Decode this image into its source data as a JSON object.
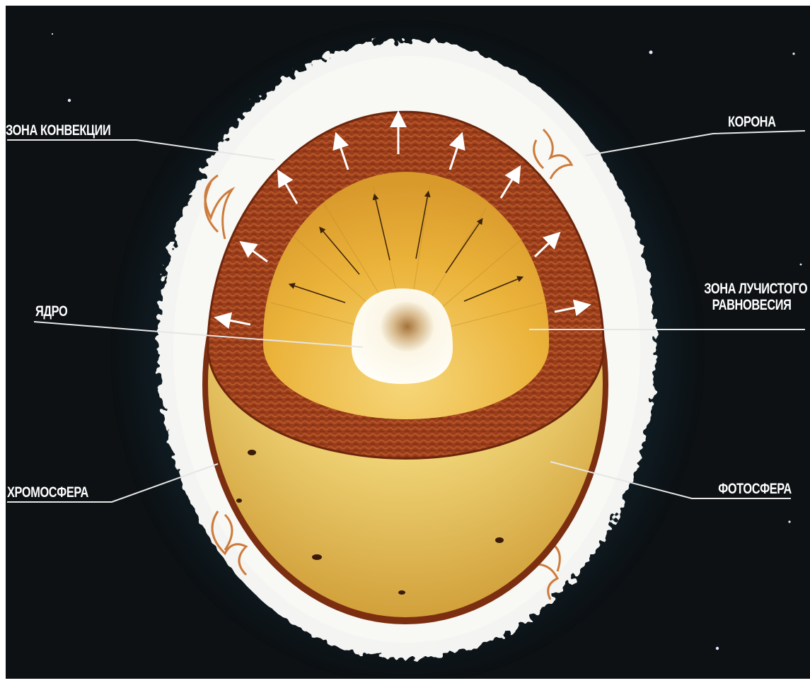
{
  "labels": {
    "convection_zone": "ЗОНА КОНВЕКЦИИ",
    "corona": "КОРОНА",
    "core": "ЯДРО",
    "radiative_zone_line1": "ЗОНА ЛУЧИСТОГО",
    "radiative_zone_line2": "РАВНОВЕСИЯ",
    "chromosphere": "ХРОМОСФЕРА",
    "photosphere": "ФОТОСФЕРА"
  },
  "colors": {
    "background": "#0d1114",
    "corona": "#f4f4f2",
    "convection_zone": "#9a3d1a",
    "radiative_zone": "#e9b236",
    "core": "#fbf6e6",
    "photosphere": "#ecc752",
    "leader_lines": "#e6e6e6"
  }
}
